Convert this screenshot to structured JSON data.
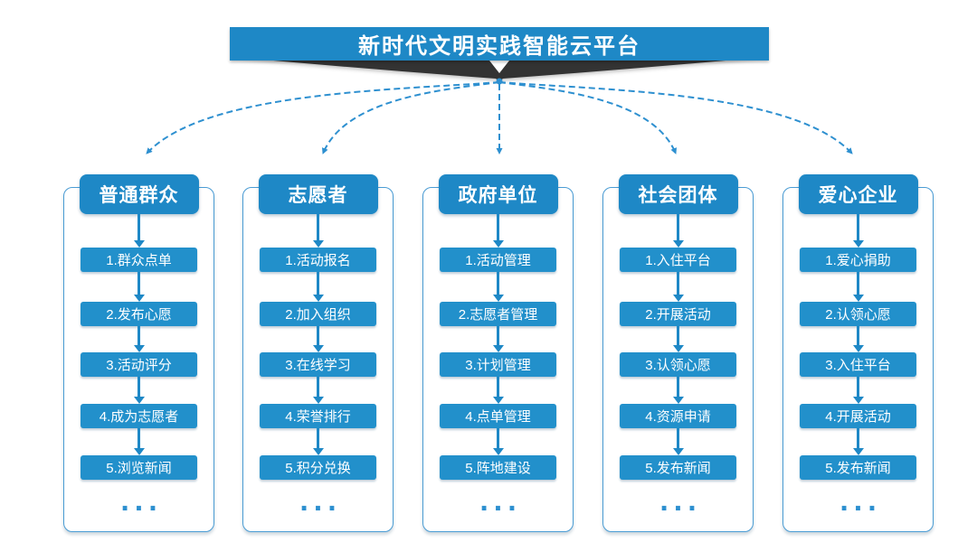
{
  "title": "新时代文明实践智能云平台",
  "ellipsis": "...",
  "colors": {
    "accent": "#1e88c6",
    "step": "#2290cb",
    "dash": "#2e90d0",
    "ribbon": "#333333",
    "panel-border": "#4a9cd4",
    "bg": "#ffffff",
    "text": "#ffffff"
  },
  "columns": [
    {
      "header": "普通群众",
      "steps": [
        "1.群众点单",
        "2.发布心愿",
        "3.活动评分",
        "4.成为志愿者",
        "5.浏览新闻"
      ],
      "more": "..."
    },
    {
      "header": "志愿者",
      "steps": [
        "1.活动报名",
        "2.加入组织",
        "3.在线学习",
        "4.荣誉排行",
        "5.积分兑换"
      ],
      "more": "..."
    },
    {
      "header": "政府单位",
      "steps": [
        "1.活动管理",
        "2.志愿者管理",
        "3.计划管理",
        "4.点单管理",
        "5.阵地建设"
      ],
      "more": "..."
    },
    {
      "header": "社会团体",
      "steps": [
        "1.入住平台",
        "2.开展活动",
        "3.认领心愿",
        "4.资源申请",
        "5.发布新闻"
      ],
      "more": "..."
    },
    {
      "header": "爱心企业",
      "steps": [
        "1.爱心捐助",
        "2.认领心愿",
        "3.入住平台",
        "4.开展活动",
        "5.发布新闻"
      ],
      "more": "..."
    }
  ]
}
